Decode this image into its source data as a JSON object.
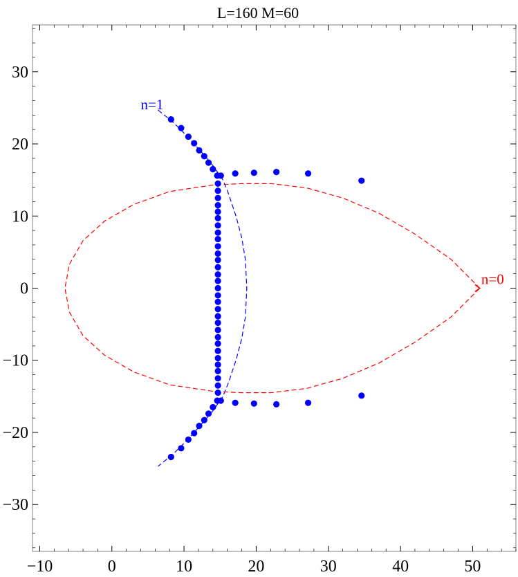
{
  "chart_data": {
    "type": "scatter",
    "title": "L=160 M=60",
    "xlabel": "",
    "ylabel": "",
    "xlim": [
      -11,
      56
    ],
    "ylim": [
      -36.5,
      36.5
    ],
    "x_ticks": [
      -10,
      0,
      10,
      20,
      30,
      40,
      50
    ],
    "y_ticks": [
      -30,
      -20,
      -10,
      0,
      10,
      20,
      30
    ],
    "x_tick_labels": [
      "−10",
      "0",
      "10",
      "20",
      "30",
      "40",
      "50"
    ],
    "y_tick_labels": [
      "−30",
      "−20",
      "−10",
      "0",
      "10",
      "20",
      "30"
    ],
    "grid": false,
    "frame": true,
    "colors": {
      "points": "#0000ff",
      "curve_n1": "#0000ff",
      "curve_n0": "#ff0000",
      "axes": "#808080",
      "ticks": "#000000"
    },
    "series": [
      {
        "kind": "points",
        "points": [
          [
            8.2,
            23.4
          ],
          [
            9.6,
            22.2
          ],
          [
            10.6,
            21.0
          ],
          [
            11.4,
            20.1
          ],
          [
            12.1,
            19.1
          ],
          [
            12.8,
            18.3
          ],
          [
            13.4,
            17.4
          ],
          [
            14.0,
            16.5
          ],
          [
            14.6,
            15.6
          ],
          [
            15.1,
            15.6
          ],
          [
            17.1,
            15.9
          ],
          [
            19.7,
            16.0
          ],
          [
            22.8,
            16.1
          ],
          [
            27.2,
            15.9
          ],
          [
            34.6,
            14.9
          ],
          [
            14.7,
            14.5
          ],
          [
            14.7,
            13.5
          ],
          [
            14.7,
            12.5
          ],
          [
            14.7,
            11.5
          ],
          [
            14.7,
            10.6
          ],
          [
            14.7,
            9.7
          ],
          [
            14.7,
            8.7
          ],
          [
            14.7,
            7.7
          ],
          [
            14.7,
            6.8
          ],
          [
            14.7,
            5.8
          ],
          [
            14.7,
            4.8
          ],
          [
            14.7,
            3.9
          ],
          [
            14.7,
            2.9
          ],
          [
            14.7,
            1.9
          ],
          [
            14.7,
            1.0
          ],
          [
            14.7,
            0.0
          ],
          [
            14.7,
            -1.0
          ],
          [
            14.7,
            -1.9
          ],
          [
            14.7,
            -2.9
          ],
          [
            14.7,
            -3.9
          ],
          [
            14.7,
            -4.8
          ],
          [
            14.7,
            -5.8
          ],
          [
            14.7,
            -6.8
          ],
          [
            14.7,
            -7.7
          ],
          [
            14.7,
            -8.7
          ],
          [
            14.7,
            -9.7
          ],
          [
            14.7,
            -10.6
          ],
          [
            14.7,
            -11.5
          ],
          [
            14.7,
            -12.5
          ],
          [
            14.7,
            -13.5
          ],
          [
            14.7,
            -14.5
          ],
          [
            14.6,
            -15.6
          ],
          [
            15.1,
            -15.6
          ],
          [
            17.1,
            -15.9
          ],
          [
            19.7,
            -16.0
          ],
          [
            22.8,
            -16.1
          ],
          [
            27.2,
            -15.9
          ],
          [
            34.6,
            -14.9
          ],
          [
            14.0,
            -16.5
          ],
          [
            13.4,
            -17.4
          ],
          [
            12.8,
            -18.3
          ],
          [
            12.1,
            -19.1
          ],
          [
            11.4,
            -20.1
          ],
          [
            10.6,
            -21.0
          ],
          [
            9.6,
            -22.2
          ],
          [
            8.2,
            -23.4
          ]
        ]
      },
      {
        "kind": "curve",
        "label": "n=1",
        "color": "#0000ff",
        "points": [
          [
            6.4,
            24.7
          ],
          [
            8.5,
            23.0
          ],
          [
            10.5,
            21.0
          ],
          [
            12.3,
            19.0
          ],
          [
            14.0,
            17.0
          ],
          [
            15.4,
            15.0
          ],
          [
            16.2,
            13.0
          ],
          [
            17.2,
            10.0
          ],
          [
            18.0,
            7.0
          ],
          [
            18.5,
            4.0
          ],
          [
            18.7,
            0.0
          ],
          [
            18.5,
            -4.0
          ],
          [
            18.0,
            -7.0
          ],
          [
            17.2,
            -10.0
          ],
          [
            16.2,
            -13.0
          ],
          [
            15.4,
            -15.0
          ],
          [
            14.0,
            -17.0
          ],
          [
            12.3,
            -19.0
          ],
          [
            10.5,
            -21.0
          ],
          [
            8.5,
            -23.0
          ],
          [
            6.4,
            -24.7
          ]
        ]
      },
      {
        "kind": "curve",
        "label": "n=0",
        "color": "#ff0000",
        "points": [
          [
            51.0,
            0.0
          ],
          [
            47.0,
            4.0
          ],
          [
            42.0,
            7.5
          ],
          [
            37.0,
            10.4
          ],
          [
            32.0,
            12.5
          ],
          [
            27.0,
            13.9
          ],
          [
            22.0,
            14.5
          ],
          [
            18.0,
            14.5
          ],
          [
            14.0,
            14.3
          ],
          [
            8.0,
            13.4
          ],
          [
            3.0,
            11.6
          ],
          [
            -1.0,
            9.3
          ],
          [
            -4.0,
            6.6
          ],
          [
            -5.9,
            3.3
          ],
          [
            -6.5,
            0.0
          ],
          [
            -5.9,
            -3.3
          ],
          [
            -4.0,
            -6.6
          ],
          [
            -1.0,
            -9.3
          ],
          [
            3.0,
            -11.6
          ],
          [
            8.0,
            -13.4
          ],
          [
            14.0,
            -14.3
          ],
          [
            18.0,
            -14.5
          ],
          [
            22.0,
            -14.5
          ],
          [
            27.0,
            -13.9
          ],
          [
            32.0,
            -12.5
          ],
          [
            37.0,
            -10.4
          ],
          [
            42.0,
            -7.5
          ],
          [
            47.0,
            -4.0
          ],
          [
            51.0,
            0.0
          ]
        ]
      }
    ],
    "annotations": [
      {
        "text": "n=1",
        "x": 4.0,
        "y": 24.8,
        "color": "#0000ff"
      },
      {
        "text": "n=0",
        "x": 51.2,
        "y": 0.6,
        "color": "#ff0000"
      }
    ]
  }
}
